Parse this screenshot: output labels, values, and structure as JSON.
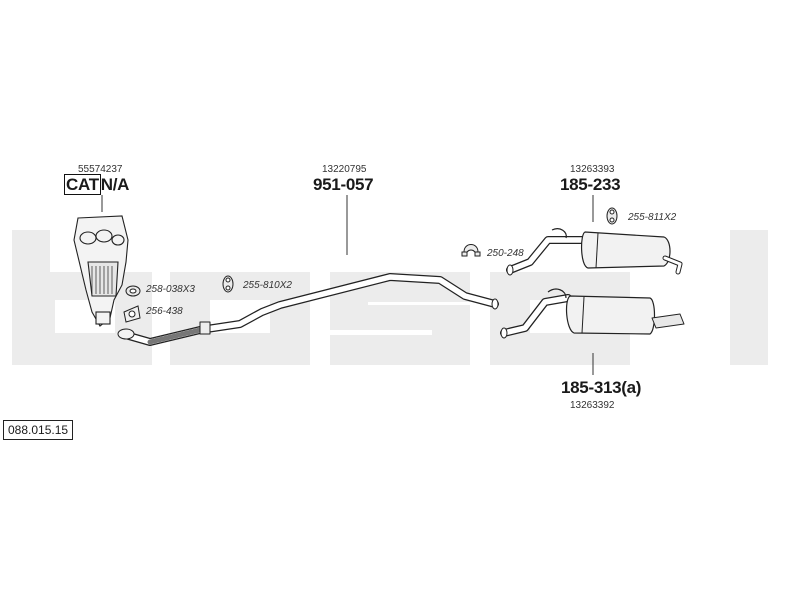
{
  "watermark": {
    "text": "bosal",
    "color": "#ededed"
  },
  "diagram_ref": "088.015.15",
  "catalyst": {
    "oe_number": "55574237",
    "part_cat": "CAT",
    "part_rest": "N/A"
  },
  "middle_pipe": {
    "oe_number": "13220795",
    "part_number": "951-057"
  },
  "rear_muffler_a": {
    "oe_number": "13263393",
    "part_number": "185-233"
  },
  "rear_muffler_b": {
    "oe_number": "13263392",
    "part_number": "185-313(a)"
  },
  "accessories": [
    {
      "code": "258-038X3",
      "icon": "gasket-icon"
    },
    {
      "code": "256-438",
      "icon": "gasket-icon"
    },
    {
      "code": "255-810X2",
      "icon": "rubber-hanger-icon"
    },
    {
      "code": "250-248",
      "icon": "clamp-icon"
    },
    {
      "code": "255-811X2",
      "icon": "rubber-hanger-icon"
    }
  ]
}
